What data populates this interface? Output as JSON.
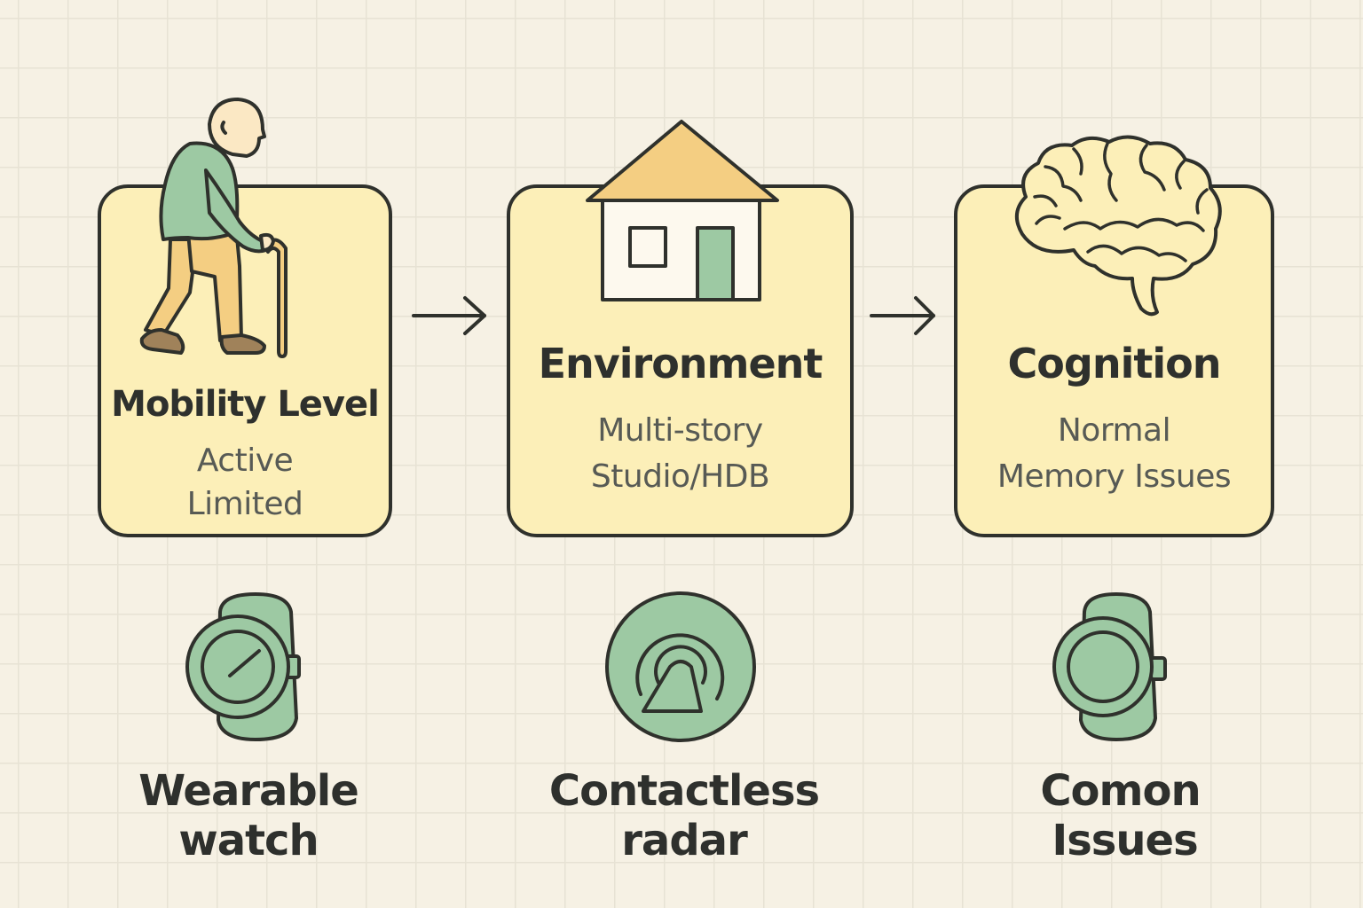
{
  "colors": {
    "background": "#f6f1e4",
    "card_fill": "#fcefb8",
    "outline": "#2f312c",
    "accent_green": "#9dc9a3",
    "accent_tan": "#f4ce82"
  },
  "factors": [
    {
      "title": "Mobility Level",
      "options": [
        "Active",
        "Limited"
      ],
      "icon": "walking-elderly-person-icon"
    },
    {
      "title": "Environment",
      "options": [
        "Multi-story",
        "Studio/HDB"
      ],
      "icon": "house-icon"
    },
    {
      "title": "Cognition",
      "options": [
        "Normal",
        "Memory Issues"
      ],
      "icon": "brain-icon"
    }
  ],
  "technologies": [
    {
      "lines": [
        "Wearable",
        "watch"
      ],
      "icon": "smartwatch-icon"
    },
    {
      "lines": [
        "Contactless",
        "radar"
      ],
      "icon": "radar-icon"
    },
    {
      "lines": [
        "Comon",
        "Issues"
      ],
      "icon": "smartwatch-icon"
    }
  ],
  "connectors": [
    "arrow-right-icon",
    "arrow-right-icon"
  ]
}
